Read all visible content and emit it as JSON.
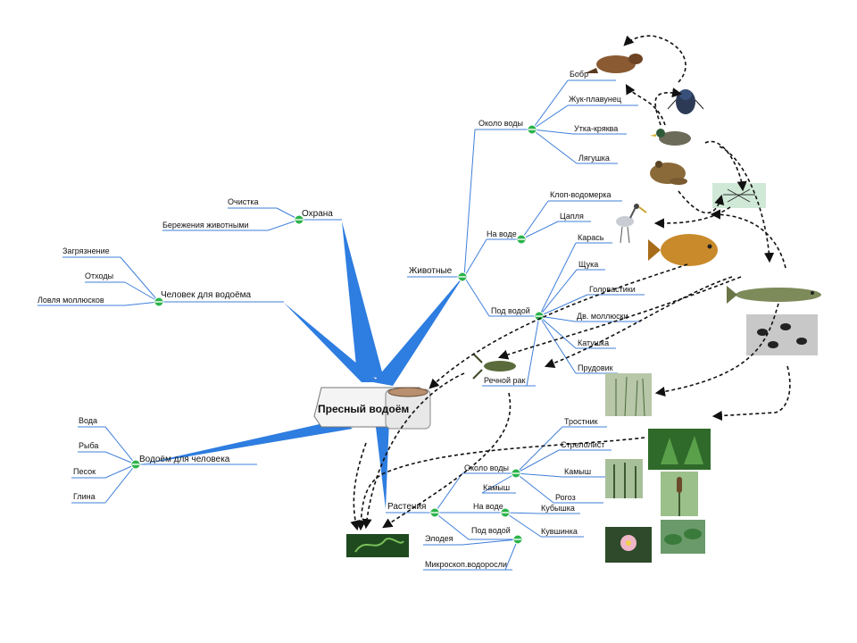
{
  "center": {
    "label": "Пресный водоём"
  },
  "branches": {
    "protection": {
      "label": "Охрана",
      "items": [
        "Очистка",
        "Бережения животными"
      ]
    },
    "human_for_pond": {
      "label": "Человек для водоёма",
      "items": [
        "Загрязнение",
        "Отходы",
        "Ловля моллюсков"
      ]
    },
    "pond_for_human": {
      "label": "Водоём для человека",
      "items": [
        "Вода",
        "Рыба",
        "Песок",
        "Глина"
      ]
    },
    "animals": {
      "label": "Животные",
      "near_water": {
        "label": "Около воды",
        "items": [
          "Бобр",
          "Жук-плавунец",
          "Утка-кряква",
          "Лягушка"
        ]
      },
      "on_water": {
        "label": "На воде",
        "items": [
          "Клоп-водомерка",
          "Цапля"
        ]
      },
      "under_water": {
        "label": "Под водой",
        "items": [
          "Карась",
          "Щука",
          "Головастики",
          "Дв. моллюски",
          "Катушка",
          "Прудовик",
          "Речной рак"
        ]
      }
    },
    "plants": {
      "label": "Растения",
      "near_water": {
        "label": "Около воды",
        "items": [
          "Тростник",
          "Стрелолист",
          "Камыш",
          "Рогоз"
        ]
      },
      "on_water": {
        "label": "На воде",
        "items": [
          "Кубышка",
          "Кувшинка"
        ]
      },
      "under_water": {
        "label": "Под водой",
        "items": [
          "Элодея",
          "Микроскоп.водоросли"
        ]
      }
    }
  },
  "colors": {
    "branch_line": "#3f7fd9",
    "node_marker": "#2bb34a",
    "arrow": "#111111"
  },
  "pictures": [
    "beaver",
    "diving-beetle",
    "mallard-duck",
    "frog",
    "water-strider",
    "heron",
    "crucian-carp",
    "pike",
    "tadpoles",
    "crayfish",
    "reeds",
    "arrowhead",
    "bulrush",
    "cattail",
    "water-lily",
    "yellow-pond-lily",
    "elodea"
  ]
}
